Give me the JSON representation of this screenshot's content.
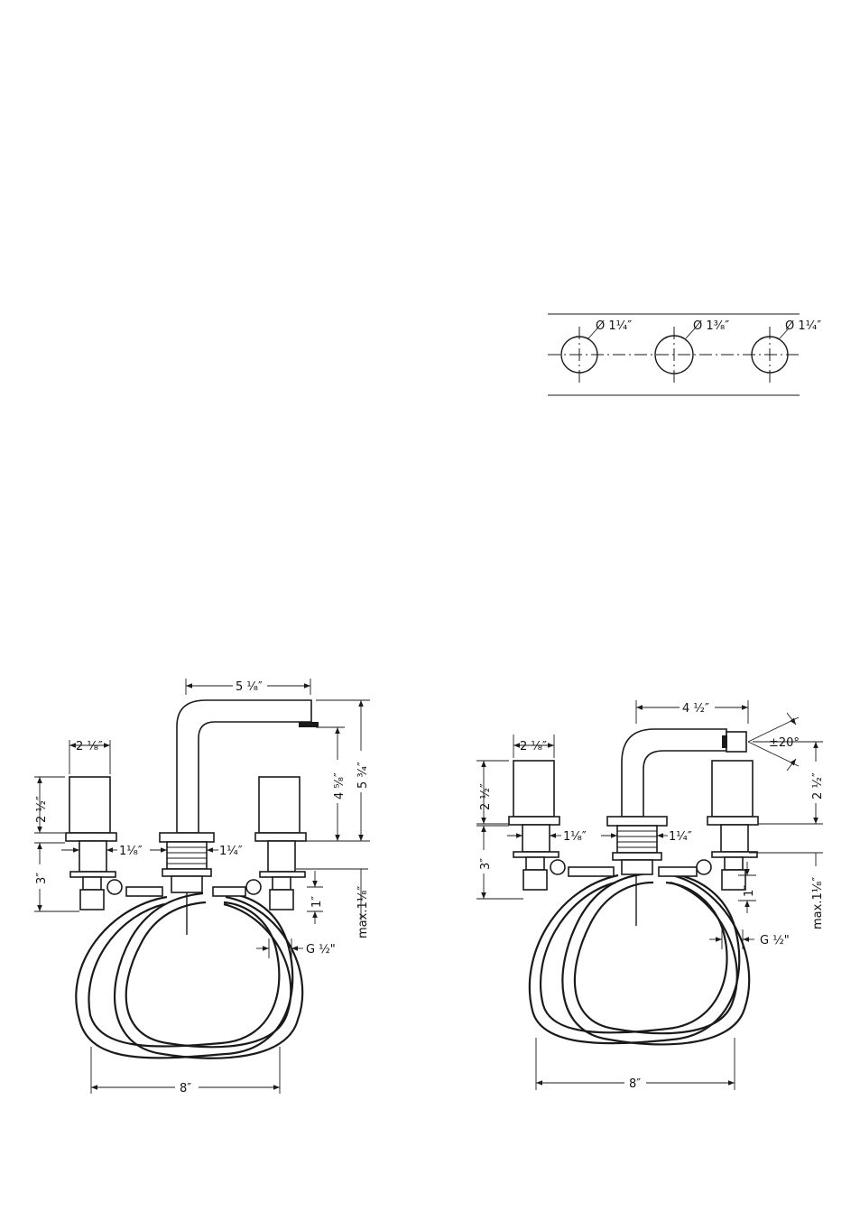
{
  "hole_diagram": {
    "labels": [
      "Ø 1¹⁄₄″",
      "Ø 1³⁄₈″",
      "Ø 1¹⁄₄″"
    ]
  },
  "left_faucet": {
    "spout_reach": "5 ¹⁄₈″",
    "handle_width": "2 ¹⁄₈″",
    "handle_height": "2 ¹⁄₂″",
    "base_height": "3″",
    "shank_left": "1¹⁄₈″",
    "shank_spout": "1¹⁄₄″",
    "spout_height_inner": "4 ⁵⁄₈″",
    "spout_height_total": "5 ³⁄₄″",
    "connector": "1″",
    "max_deck": "max.1¹⁄₈″",
    "thread": "G ½\"",
    "spread": "8″"
  },
  "right_faucet": {
    "spout_reach": "4 ¹⁄₂″",
    "angle": "±20°",
    "handle_width": "2 ¹⁄₈″",
    "handle_height": "2 ¹⁄₂″",
    "base_height": "3″",
    "shank_left": "1¹⁄₈″",
    "shank_spout": "1¹⁄₄″",
    "spout_height": "2 ¹⁄₂″",
    "connector": "1″",
    "max_deck": "max.1¹⁄₈″",
    "thread": "G ½\"",
    "spread": "8″"
  }
}
